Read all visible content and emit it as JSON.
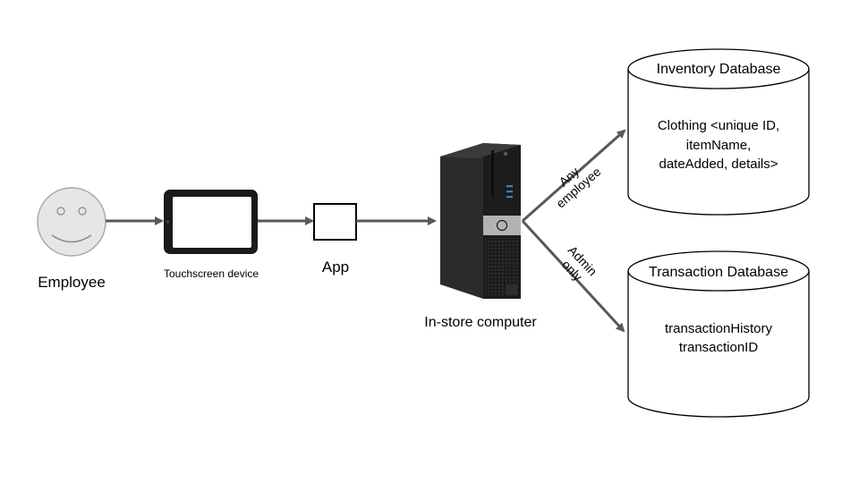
{
  "nodes": {
    "employee": {
      "label": "Employee"
    },
    "touchscreen": {
      "label": "Touchscreen device"
    },
    "app": {
      "label": "App"
    },
    "computer": {
      "label": "In-store computer"
    }
  },
  "edges": {
    "to_inventory": {
      "label_line1": "Any",
      "label_line2": "employee"
    },
    "to_transaction": {
      "label_line1": "Admin",
      "label_line2": "only"
    }
  },
  "databases": {
    "inventory": {
      "title": "Inventory Database",
      "lines": [
        "Clothing <unique ID,",
        "itemName,",
        "dateAdded, details>"
      ]
    },
    "transaction": {
      "title": "Transaction Database",
      "lines": [
        "transactionHistory",
        "transactionID"
      ]
    }
  },
  "colors": {
    "arrow": "#595959",
    "face_fill": "#e6e6e6",
    "face_stroke": "#a6a6a6",
    "device_body": "#1a1a1a",
    "computer_body": "#1c1c1c",
    "dell_badge": "#b3b3b3"
  }
}
